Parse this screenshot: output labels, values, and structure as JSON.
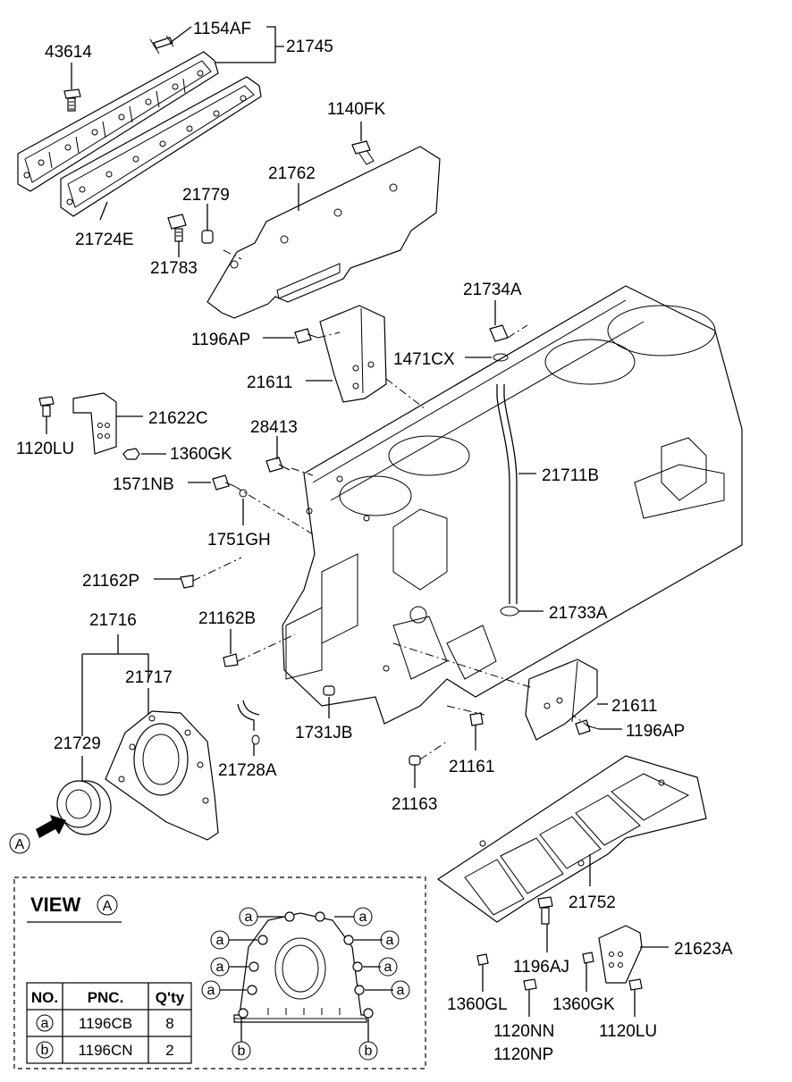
{
  "labels": {
    "l1154AF": "1154AF",
    "l21745": "21745",
    "l43614": "43614",
    "l1140FK": "1140FK",
    "l21762": "21762",
    "l21779": "21779",
    "l21724E": "21724E",
    "l21783": "21783",
    "l21734A": "21734A",
    "l1196AP_top": "1196AP",
    "l1471CX": "1471CX",
    "l21611_top": "21611",
    "l21622C": "21622C",
    "l1120LU_left": "1120LU",
    "l1360GK_left": "1360GK",
    "l28413": "28413",
    "l1571NB": "1571NB",
    "l21711B": "21711B",
    "l1751GH": "1751GH",
    "l21162P": "21162P",
    "l21716": "21716",
    "l21162B": "21162B",
    "l21733A": "21733A",
    "l21717": "21717",
    "l21611_right": "21611",
    "l1196AP_right": "1196AP",
    "l21729": "21729",
    "l1731JB": "1731JB",
    "l21728A": "21728A",
    "l21161": "21161",
    "l21163": "21163",
    "l21752": "21752",
    "l21623A": "21623A",
    "l1196AJ": "1196AJ",
    "l1360GL": "1360GL",
    "l1360GK_right": "1360GK",
    "l1120NN": "1120NN",
    "l1120NP": "1120NP",
    "l1120LU_right": "1120LU"
  },
  "arrow_label": "A",
  "view": {
    "title": "VIEW",
    "marker": "A",
    "bolt_a": "a",
    "bolt_b": "b"
  },
  "table": {
    "headers": [
      "NO.",
      "PNC.",
      "Q'ty"
    ],
    "rows": [
      {
        "no": "a",
        "pnc": "1196CB",
        "qty": "8"
      },
      {
        "no": "b",
        "pnc": "1196CN",
        "qty": "2"
      }
    ]
  }
}
